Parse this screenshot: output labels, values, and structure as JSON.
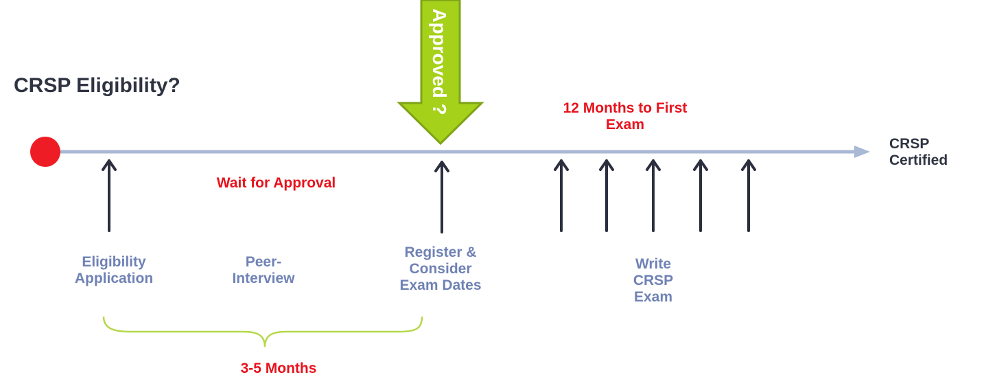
{
  "title": "CRSP Eligibility?",
  "endpoint": {
    "label_line1": "CRSP",
    "label_line2": "Certified"
  },
  "approved_arrow": {
    "text": "Approved ?",
    "color": "#a5d11a"
  },
  "top_note": {
    "line1": "12 Months to First",
    "line2": "Exam"
  },
  "wait_note": "Wait for Approval",
  "steps": {
    "eligibility": {
      "line1": "Eligibility",
      "line2": "Application"
    },
    "peer": {
      "line1": "Peer-",
      "line2": "Interview"
    },
    "register": {
      "line1": "Register &",
      "line2": "Consider",
      "line3": "Exam Dates"
    },
    "write": {
      "line1": "Write",
      "line2": "CRSP",
      "line3": "Exam"
    }
  },
  "duration_note": "3-5 Months",
  "colors": {
    "timeline": "#a9b8d4",
    "start_dot": "#ee1c24",
    "arrows": "#2b2f3d",
    "brace": "#b5d84a",
    "step_text": "#6f82b5",
    "note_text": "#e8121c"
  }
}
